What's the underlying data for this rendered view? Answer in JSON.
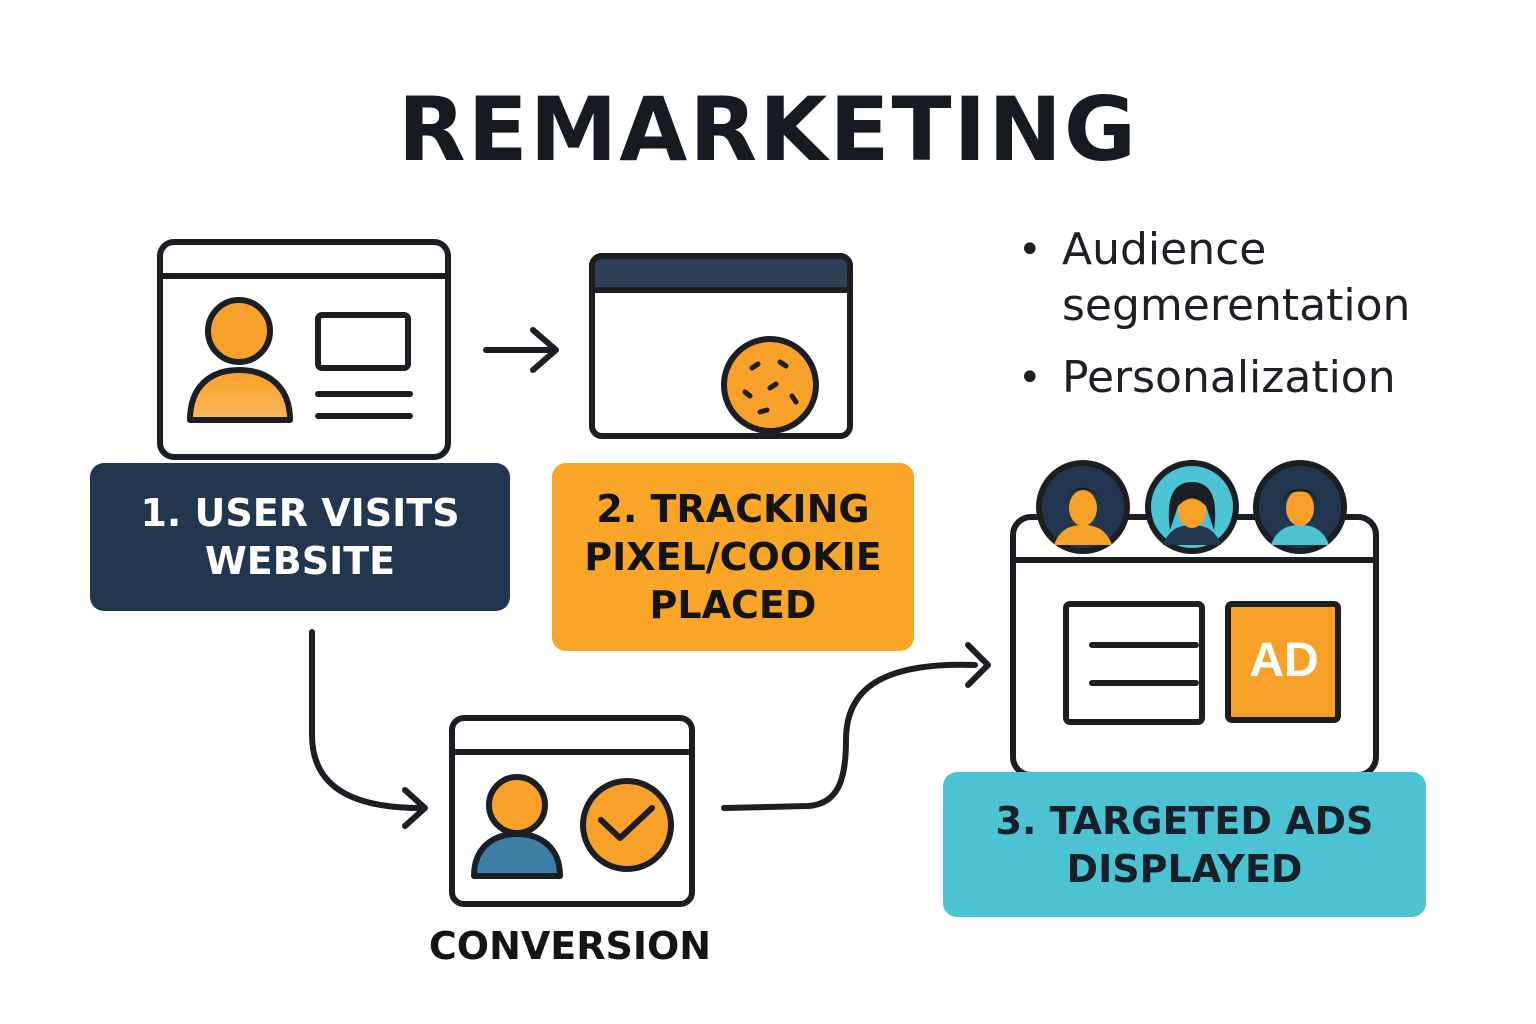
{
  "title": "REMARKETING",
  "steps": [
    {
      "label": "1. USER VISITS\nWEBSITE",
      "color": "#233650"
    },
    {
      "label": "2. TRACKING\nPIXEL/COOKIE\nPLACED",
      "color": "#f9a527"
    },
    {
      "label": "3. TARGETED ADS\nDISPLAYED",
      "color": "#4cc3d3"
    }
  ],
  "conversion_label": "CONVERSION",
  "ad_badge": "AD",
  "bullets": [
    "Audience segmerentation",
    "Personalization"
  ],
  "colors": {
    "orange": "#f9a527",
    "navy": "#233650",
    "teal": "#4cc3d3",
    "outline": "#1b1f24"
  },
  "icons": [
    "browser-window-icon",
    "user-icon",
    "cookie-icon",
    "checkmark-icon",
    "arrow-icon",
    "avatar-icon"
  ]
}
